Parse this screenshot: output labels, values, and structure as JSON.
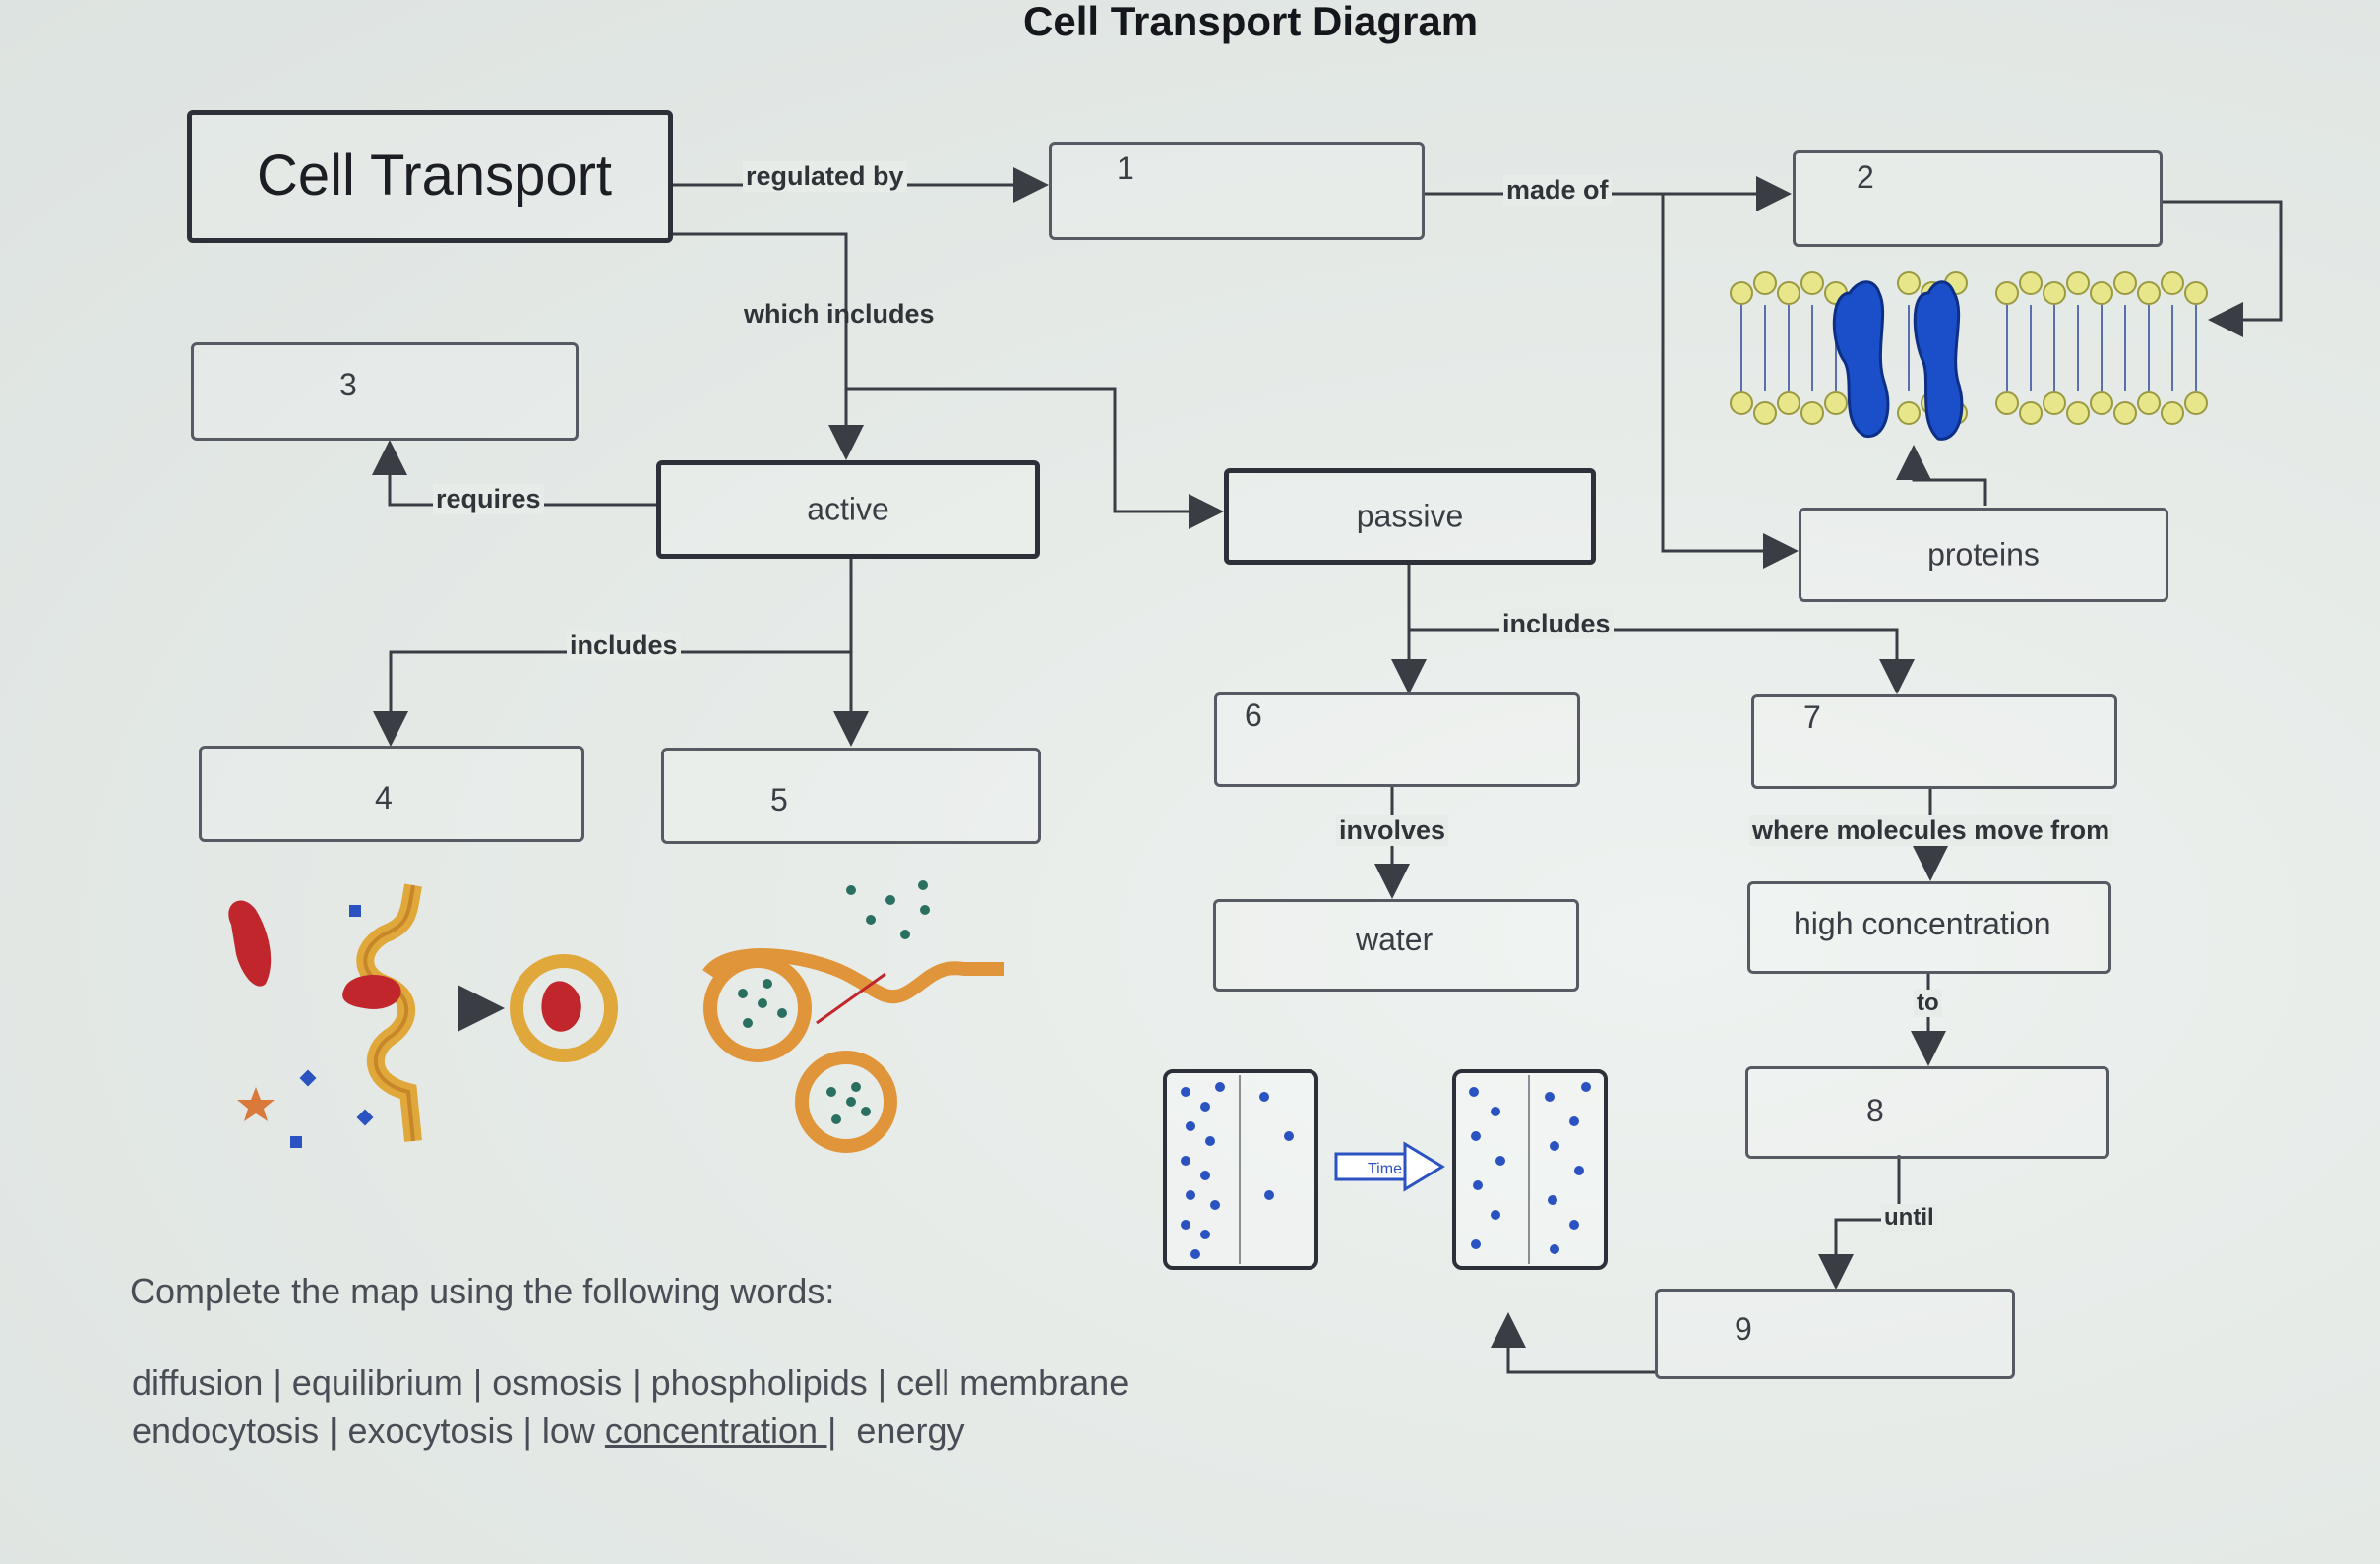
{
  "title": "Cell Transport Diagram",
  "boxes": {
    "cell_transport": "Cell Transport",
    "b1": "1",
    "b2": "2",
    "b3": "3",
    "active": "active",
    "passive": "passive",
    "proteins": "proteins",
    "b4": "4",
    "b5": "5",
    "b6": "6",
    "b7": "7",
    "water": "water",
    "high_concentration": "high concentration",
    "b8": "8",
    "b9": "9"
  },
  "labels": {
    "regulated_by": "regulated by",
    "made_of": "made of",
    "which_includes": "which includes",
    "requires": "requires",
    "includes_active": "includes",
    "includes_passive": "includes",
    "involves": "involves",
    "where_molecules": "where molecules move from",
    "to": "to",
    "until": "until",
    "time": "Time"
  },
  "word_bank": {
    "heading": "Complete the map using the following words:",
    "line1": "diffusion | equilibrium | osmosis | phospholipids | cell membrane",
    "line2_a": "endocytosis | exocytosis | low ",
    "line2_b": "concentration |",
    "line2_c": "  energy"
  },
  "colors": {
    "border": "#2d3038",
    "cell_red": "#c0262b",
    "vesicle_orange": "#e0953a",
    "protein_blue": "#1a4fc9"
  }
}
